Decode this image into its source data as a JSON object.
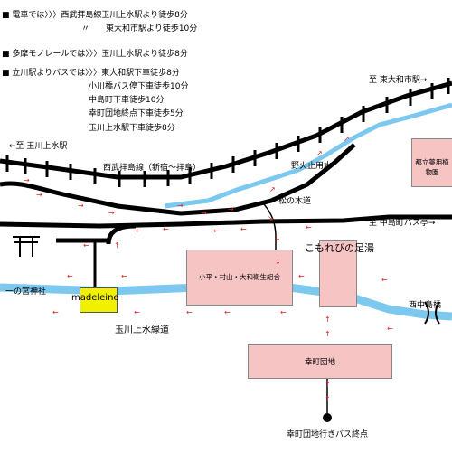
{
  "directions": [
    "■ 電車では〉〉〉西武拝島線玉川上水駅より徒歩8分",
    "〃　　東大和市駅より徒歩10分",
    "■ 多摩モノレールでは〉〉〉玉川上水駅より徒歩8分",
    "■ 立川駅よりバスでは〉〉〉東大和駅下車徒歩8分",
    "小川橋バス停下車徒歩10分",
    "中島町下車徒歩10分",
    "幸町団地終点下車徒歩5分",
    "玉川上水駅下車徒歩8分"
  ],
  "labels": {
    "to_higashiyamato": "至 東大和市駅→",
    "to_tamagawa": "←至 玉川上水駅",
    "seibu_line": "西武拝島線（新宿〜拝島）",
    "nobidome": "野火止用水",
    "matsunoki": "松の木道",
    "to_nakajima_bus": "至 中島町バス亭→",
    "ichinomiya": "一の宮神社",
    "madeleine": "madeleine",
    "tamagawa_ryokudo": "玉川上水緑道",
    "nishinakajima": "西中島橋",
    "komorebi": "こもれびの足湯",
    "bus_terminal": "幸町団地行きバス終点"
  },
  "buildings": {
    "yakuyou": "都立薬用植物園",
    "kumiai": "小平・村山・大和衛生組合",
    "saiwai": "幸町団地"
  },
  "colors": {
    "water": "#7cc8ef",
    "building": "#f7c4c4",
    "madeleine": "#f0f000",
    "arrow": "#e02020",
    "road": "#000000"
  }
}
